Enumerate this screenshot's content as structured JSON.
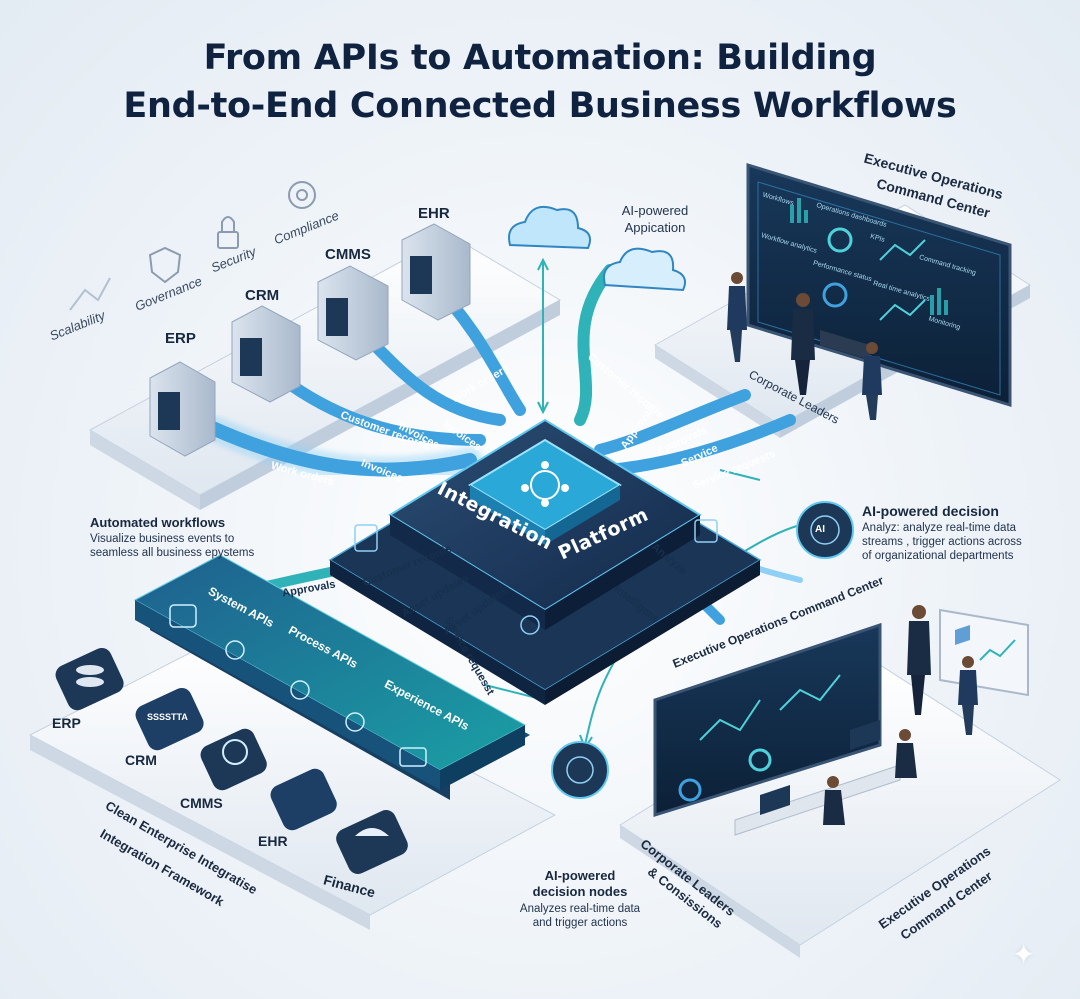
{
  "title": {
    "line1": "From APIs to Automation: Building",
    "line2": "End-to-End Connected Business Workflows"
  },
  "pillars": [
    "Scalability",
    "Governance",
    "Security",
    "Compliance"
  ],
  "top_systems": [
    "ERP",
    "CRM",
    "CMMS",
    "EHR"
  ],
  "cloud_app": {
    "line1": "AI-powered",
    "line2": "Appication"
  },
  "hub": {
    "word1": "Integration",
    "word2": "Platform"
  },
  "top_command": {
    "title_line1": "Executive Operations",
    "title_line2": "Command Center",
    "caption": "Corporate Leaders"
  },
  "automated": {
    "title": "Automated workflows",
    "desc_line1": "Visualize business events to",
    "desc_line2": "seamless all business epystems"
  },
  "ai_decision_right": {
    "title": "AI-powered decision",
    "desc_line1": "Analyz: analyze real-time data",
    "desc_line2": "streams , trigger actions across",
    "desc_line3": "of organizational departments"
  },
  "flows_left": [
    "Work orders",
    "Customer records",
    "Invoices",
    "Invoices",
    "Invoices",
    "Work orders"
  ],
  "flows_right": [
    "Customer records",
    "Approvals",
    "Approvals",
    "Service",
    "Service requests"
  ],
  "flows_lower": [
    "Approvals",
    "Customer records",
    "Asset updates",
    "Asset updates",
    "Service requesst",
    "Analyze",
    "Intelligent"
  ],
  "api_tiers": [
    "System APIs",
    "Process APIs",
    "Experience APIs"
  ],
  "bottom_systems": [
    "ERP",
    "CRM",
    "CMMS",
    "EHR",
    "Finance"
  ],
  "sap_badge": "SSSSTTA",
  "framework": {
    "line1": "Clean Enterprise Integratise",
    "line2": "Integration Framework"
  },
  "decision_nodes": {
    "line1": "AI-powered",
    "line2": "decision nodes",
    "desc_line1": "Analyzes real-time data",
    "desc_line2": "and trigger actions"
  },
  "bottom_command": {
    "banner": "Executive Operations Command Center",
    "caption_line1": "Corporate Leaders",
    "caption_line2": "& Consissions",
    "side_line1": "Executive Operations",
    "side_line2": "Command Center"
  },
  "dashboard_top_labels": [
    "Workflows",
    "Operations dashboards",
    "Workflow analytics",
    "KPIs",
    "Performance status",
    "Command tracking",
    "Real time analytics",
    "Monitoring"
  ],
  "ai_badge": "AI",
  "colors": {
    "navy": "#1d3857",
    "teal": "#2fb3b8",
    "flow": "#3fa2de",
    "dark_panel": "#16304d",
    "screen": "#0f2a44"
  },
  "icons": [
    "scalability-icon",
    "governance-icon",
    "security-icon",
    "compliance-icon",
    "cloud-icon",
    "gear-icon",
    "brain-icon",
    "document-icon",
    "monitor-icon",
    "database-icon"
  ]
}
